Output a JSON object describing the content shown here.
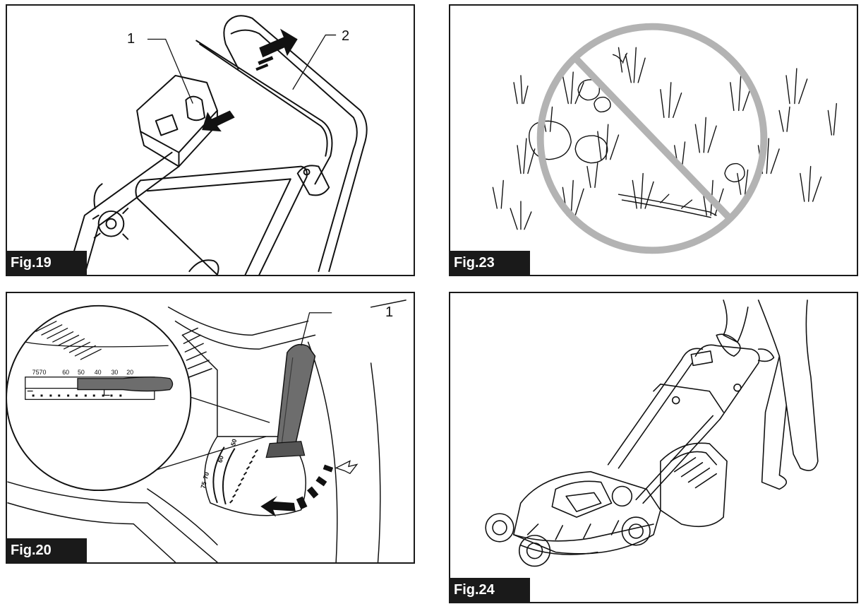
{
  "figures": {
    "fig19": {
      "label": "Fig.19",
      "callouts": [
        "1",
        "2"
      ]
    },
    "fig20": {
      "label": "Fig.20",
      "callouts": [
        "1"
      ],
      "zoom_scale": [
        "75",
        "70",
        "60",
        "50",
        "40",
        "30",
        "20"
      ],
      "dial_scale": [
        "75",
        "70",
        "60",
        "50"
      ]
    },
    "fig23": {
      "label": "Fig.23"
    },
    "fig24": {
      "label": "Fig.24"
    }
  },
  "colors": {
    "frame": "#1a1a1a",
    "prohibition": "#b3b3b3",
    "lever": "#6d6d6d",
    "arrow": "#111111"
  }
}
